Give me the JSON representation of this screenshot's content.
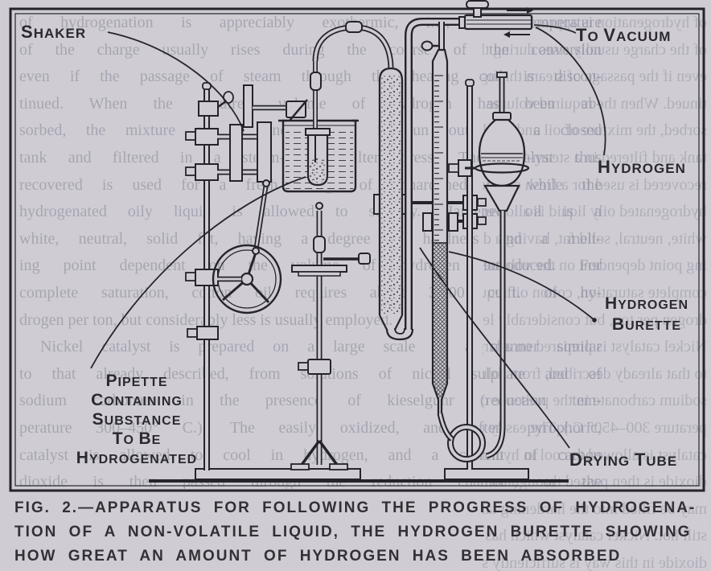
{
  "figure": {
    "labels": {
      "shaker": "SHAKER",
      "to_vacuum": "TO VACUUM",
      "hydrogen": "HYDROGEN",
      "hydrogen_burette_line1": "HYDROGEN",
      "hydrogen_burette_line2": "BURETTE",
      "pipette_line1": "PIPETTE",
      "pipette_line2": "CONTAINING",
      "pipette_line3": "SUBSTANCE",
      "pipette_line4": "TO BE",
      "pipette_line5": "HYDROGENATED",
      "drying_tube": "DRYING TUBE"
    },
    "caption_line1": "FIG. 2.—APPARATUS FOR FOLLOWING THE PROGRESS OF HYDROGENA-",
    "caption_line2": "TION OF A NON-VOLATILE LIQUID, THE HYDROGEN BURETTE SHOWING",
    "caption_line3": "HOW GREAT AN AMOUNT OF HYDROGEN HAS BEEN ABSORBED",
    "background_text_lines": [
      "of hydrogenation is appreciably exothermic, i.e., the temperature",
      "of the charge usually rises during the course of the conversion",
      "even if the passage of steam through the heating coil is discon-",
      "tinued.  When the required volume of hydrogen has been ab-",
      "sorbed, the mixture of oil and catalyst is run out into a closed",
      "tank and filtered in a steam-heated filter press.  The catalyst thus",
      "recovered is used for a fresh charge of unhardened oil, while the",
      "hydrogenated oily liquid is allowed to solidify.  Hardened oil is a",
      "white, neutral, solid fat, having a degree of hardness and a melt-",
      "ing point dependent on the volume of hydrogen introduced.  For",
      "complete saturation, cotton oil requires about 3,500 cu.ft. of hy-",
      "drogen per ton, but considerably less is usually employed.",
      "Nickel catalyst is prepared on a large scale in a manner similar",
      "to that already described, from solutions of nickel sulphate and of",
      "sodium carbonate in the presence of kieselguhr (reduction tem-",
      "perature 300–450° C.).  The easily oxidized, and often pyrophoric,",
      "catalyst is allowed to cool in hydrogen, and a current of carbon",
      "dioxide is then passed through the reduction chamber; or the"
    ],
    "bleedthrough_extra_lines": [
      "may be filled into the hardening tanks while",
      "still hot.  Nickel catalyst which has been prepared by carbon",
      "dioxide in this way is sufficiently stable when cold, to be handled"
    ],
    "icons": {
      "flow-arrow-right": "→",
      "flow-arrow-left": "←"
    },
    "colors": {
      "paper": "#cfcdd3",
      "ink": "#26242b",
      "faint_text": "#807e92"
    }
  }
}
